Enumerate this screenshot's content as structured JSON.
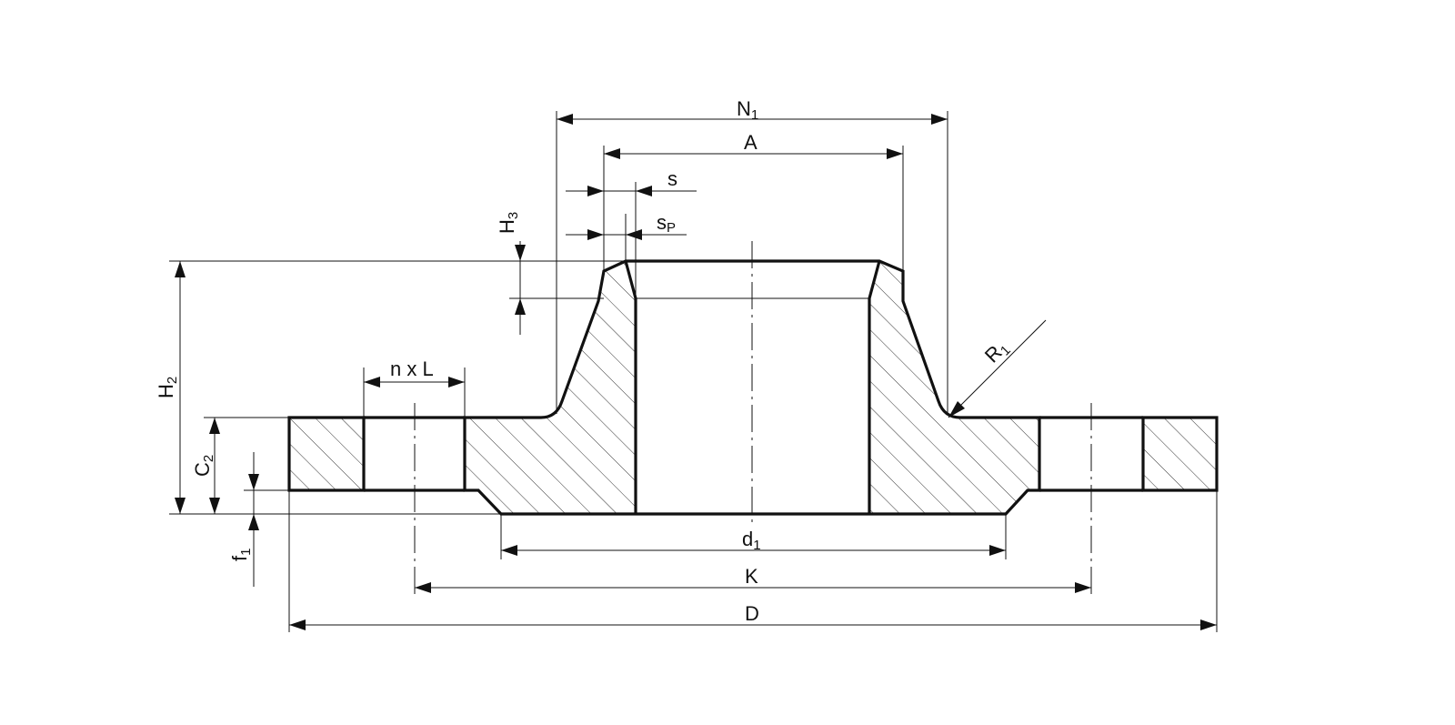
{
  "drawing": {
    "type": "weld-neck flange cross-section",
    "colors": {
      "line": "#111111",
      "background": "#ffffff",
      "hatch": "#333333"
    }
  },
  "dimensions": {
    "N1": {
      "base": "N",
      "sub": "1"
    },
    "A": {
      "base": "A",
      "sub": ""
    },
    "s": {
      "base": "s",
      "sub": ""
    },
    "sp": {
      "base": "s",
      "sub": "P"
    },
    "H3": {
      "base": "H",
      "sub": "3"
    },
    "H2": {
      "base": "H",
      "sub": "2"
    },
    "C2": {
      "base": "C",
      "sub": "2"
    },
    "f1": {
      "base": "f",
      "sub": "1"
    },
    "nxL": {
      "base": "n x L",
      "sub": ""
    },
    "R1": {
      "base": "R",
      "sub": "1"
    },
    "d1": {
      "base": "d",
      "sub": "1"
    },
    "K": {
      "base": "K",
      "sub": ""
    },
    "D": {
      "base": "D",
      "sub": ""
    }
  }
}
